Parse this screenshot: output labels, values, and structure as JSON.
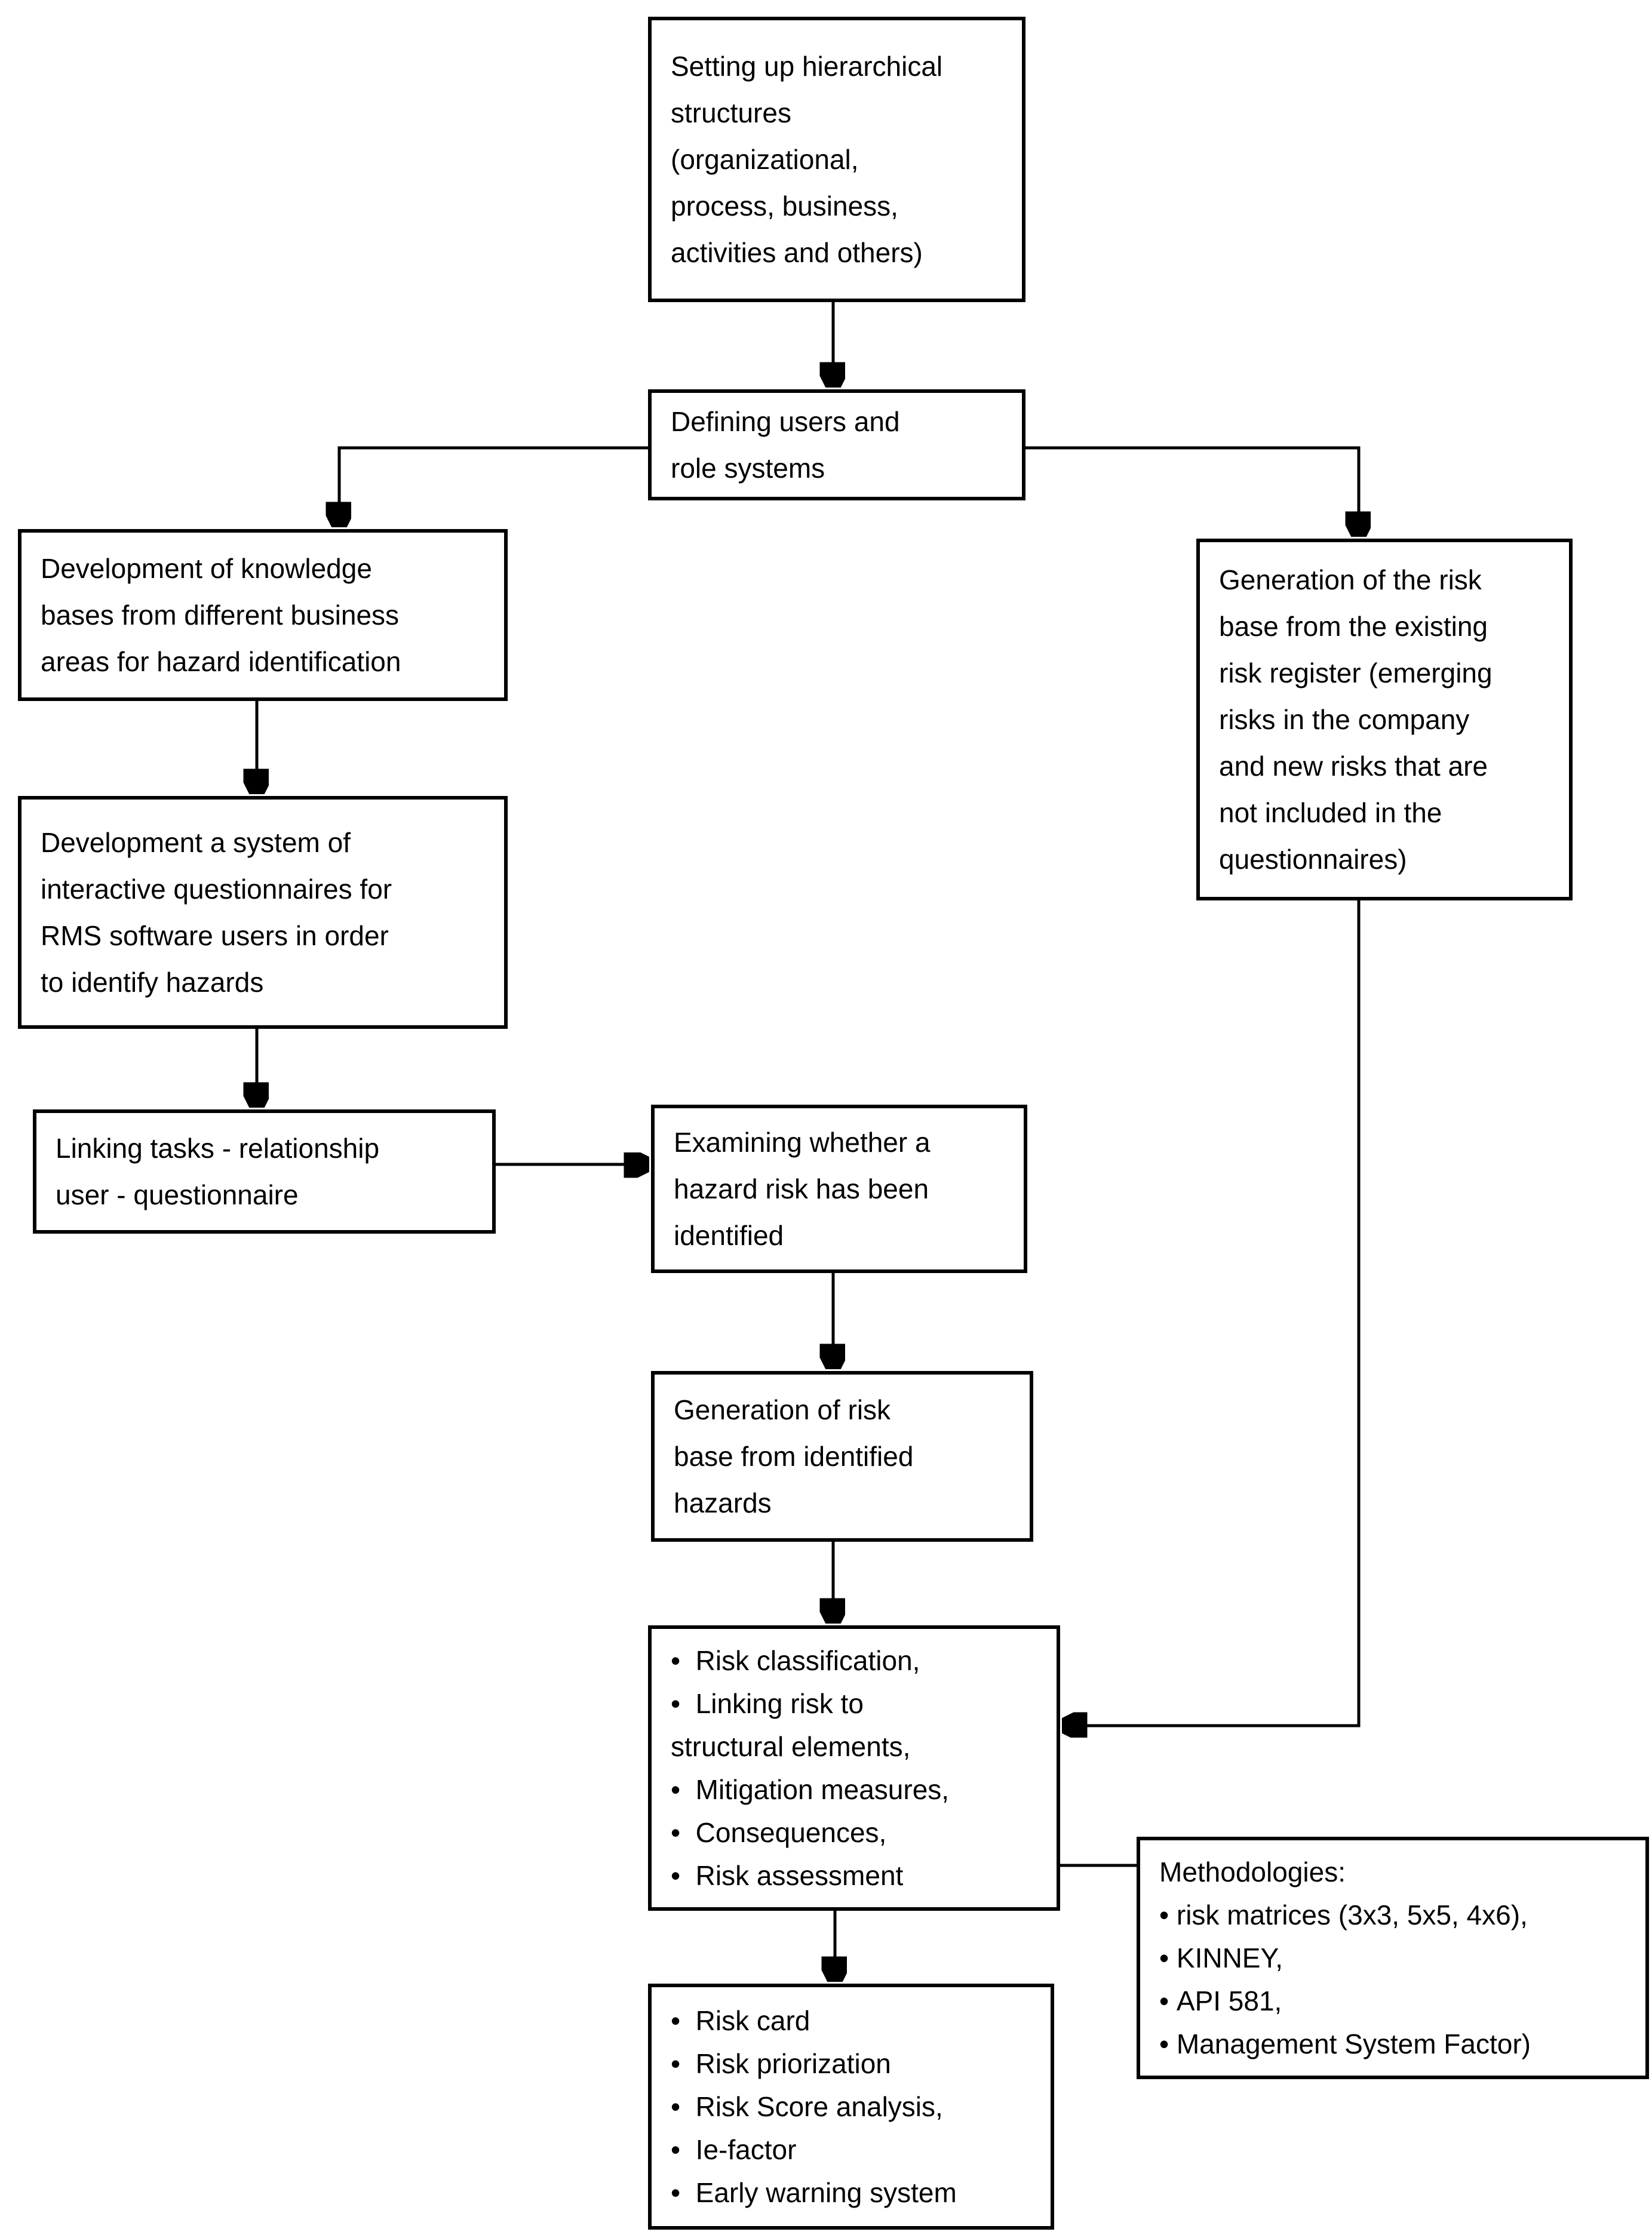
{
  "diagram": {
    "title": "RMS risk management flowchart",
    "background_color": "#ffffff",
    "line_color": "#000000",
    "boxes": {
      "setup": {
        "text": "Setting up hierarchical\nstructures\n(organizational,\nprocess, business,\nactivities and others)"
      },
      "defining_users": {
        "text": "Defining users and\nrole systems"
      },
      "knowledge_bases": {
        "text": "Development of knowledge\nbases from different business\nareas for hazard identification"
      },
      "questionnaires": {
        "text": "Development a system of\ninteractive questionnaires for\nRMS software users in order\nto identify hazards"
      },
      "linking_tasks": {
        "text": "Linking tasks - relationship\nuser - questionnaire"
      },
      "examining": {
        "text": "Examining whether a\nhazard risk has been\nidentified"
      },
      "risk_base_identified": {
        "text": "Generation of risk\nbase from identified\nhazards"
      },
      "risk_register": {
        "text": "Generation of the risk\nbase from the existing\nrisk register (emerging\nrisks in the company\nand new risks that are\nnot included in the\nquestionnaires)"
      },
      "risk_processing": {
        "text": "•  Risk classification,\n•  Linking risk to\nstructural elements,\n•  Mitigation measures,\n•  Consequences,\n•  Risk assessment"
      },
      "risk_outputs": {
        "text": "•  Risk card\n•  Risk priorization\n•  Risk Score analysis,\n•  Ie-factor\n•  Early warning system"
      },
      "methodologies": {
        "text": "Methodologies:\n• risk matrices (3x3, 5x5, 4x6),\n• KINNEY,\n• API 581,\n• Management System Factor)"
      }
    }
  }
}
